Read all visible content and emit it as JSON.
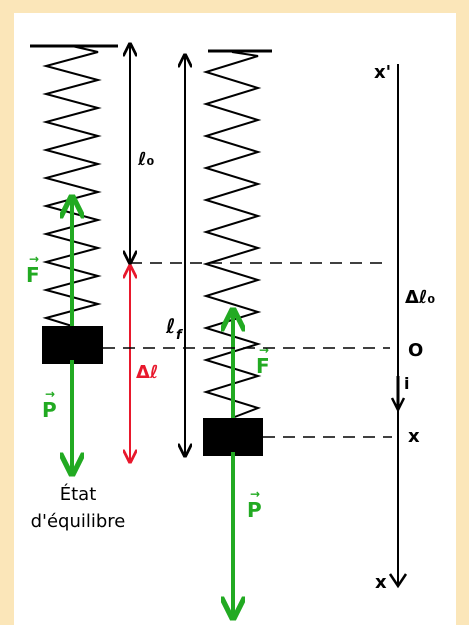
{
  "diagram": {
    "labels": {
      "l0": "ℓ₀",
      "lf": "ℓ",
      "lf_sub": "f",
      "delta_l": "Δℓ",
      "delta_l0": "Δℓ₀",
      "x_prime": "x'",
      "origin": "O",
      "unit_i": "i",
      "x_pos": "x",
      "x_axis": "x",
      "force_f": "F",
      "weight_p": "P",
      "state_line1": "État",
      "state_line2": "d'équilibre"
    },
    "colors": {
      "background": "#fbe6b9",
      "panel": "#ffffff",
      "ink": "#000000",
      "force": "#22aa22",
      "elongation": "#e8182c"
    },
    "icons": [
      "spring",
      "mass-block",
      "vector-arrow"
    ]
  }
}
